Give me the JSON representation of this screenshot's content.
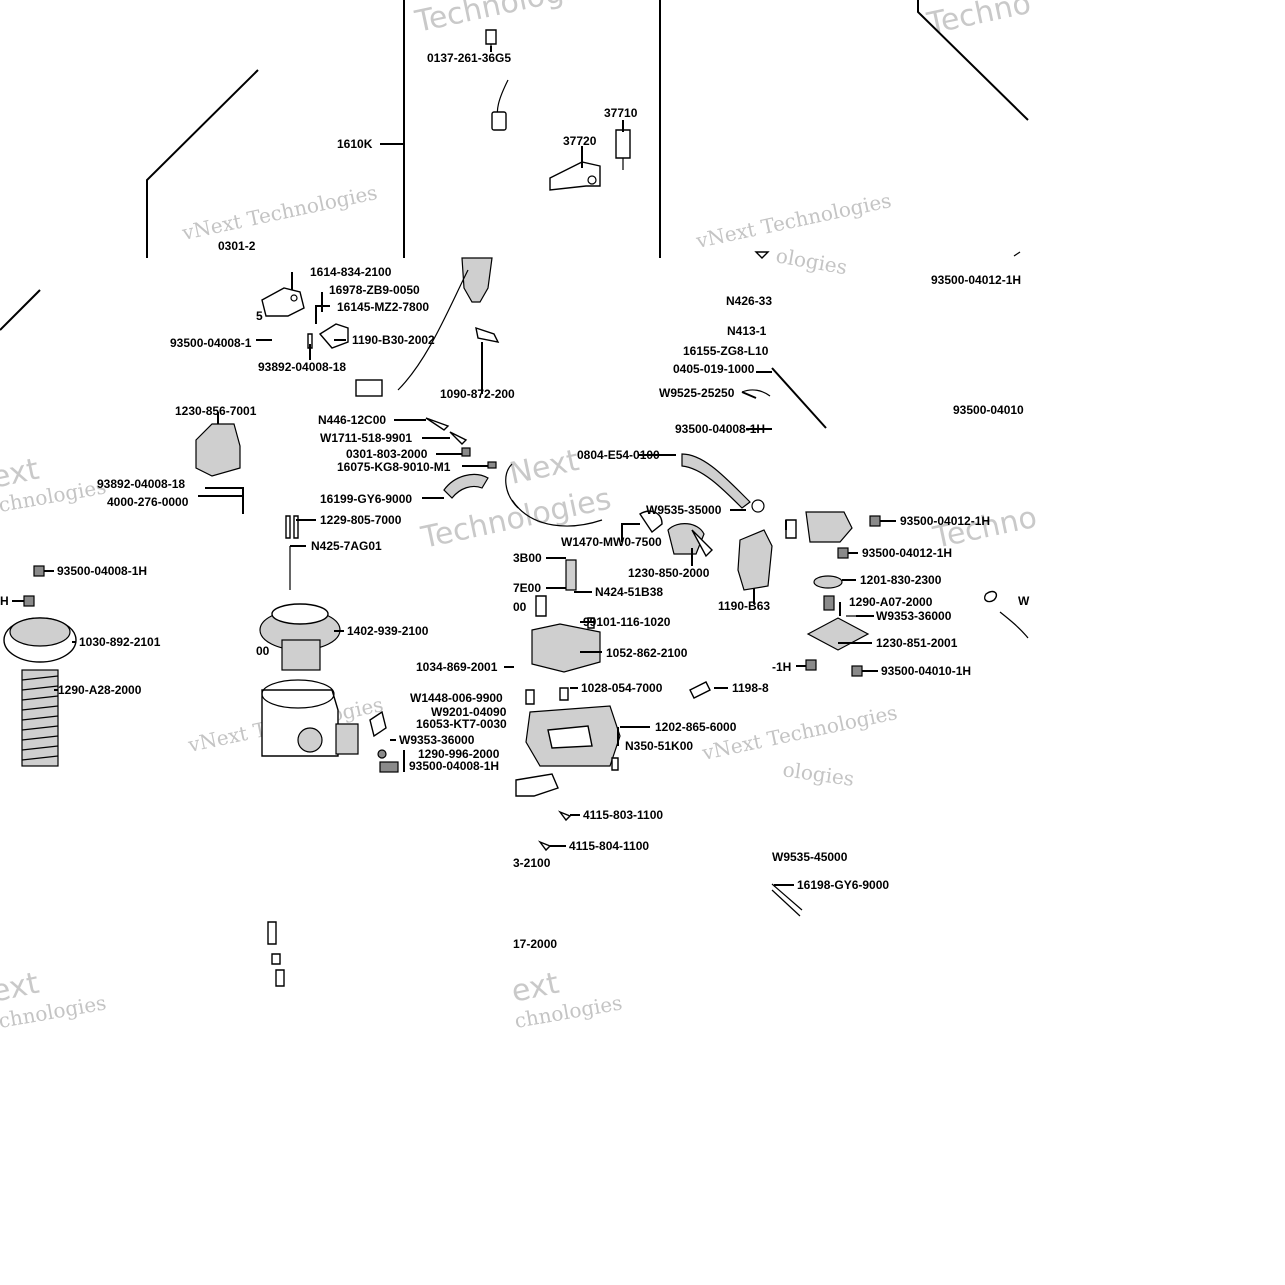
{
  "watermark": {
    "line1": "vNext Technologies",
    "line2": "Technologies",
    "fragment_next": "Next",
    "fragment_ext": "ext",
    "fragment_chnologies": "chnologies",
    "fragment_techno": "Techno",
    "fragment_ologies": "ologies",
    "fragment_vnext": "vNext"
  },
  "parts": [
    {
      "id": "0137-261-36G5",
      "text": "0137-261-36G5"
    },
    {
      "id": "37710",
      "text": "37710"
    },
    {
      "id": "37720",
      "text": "37720"
    },
    {
      "id": "1610K",
      "text": "1610K"
    },
    {
      "id": "0301-2",
      "text": "0301-2"
    },
    {
      "id": "1614-834-2100",
      "text": "1614-834-2100"
    },
    {
      "id": "16978-ZB9-0050",
      "text": "16978-ZB9-0050"
    },
    {
      "id": "16145-MZ2-7800",
      "text": "16145-MZ2-7800"
    },
    {
      "id": "93500-04008-1a",
      "text": "93500-04008-1"
    },
    {
      "id": "1190-B30-2002",
      "text": "1190-B30-2002"
    },
    {
      "id": "93892-04008-18a",
      "text": "93892-04008-18"
    },
    {
      "id": "1090-872-200",
      "text": "1090-872-200"
    },
    {
      "id": "1230-856-7001",
      "text": "1230-856-7001"
    },
    {
      "id": "N446-12C00",
      "text": "N446-12C00"
    },
    {
      "id": "W1711-518-9901",
      "text": "W1711-518-9901"
    },
    {
      "id": "0301-803-2000",
      "text": "0301-803-2000"
    },
    {
      "id": "16075-KG8-9010-M1",
      "text": "16075-KG8-9010-M1"
    },
    {
      "id": "93892-04008-18b",
      "text": "93892-04008-18"
    },
    {
      "id": "4000-276-0000",
      "text": "4000-276-0000"
    },
    {
      "id": "16199-GY6-9000",
      "text": "16199-GY6-9000"
    },
    {
      "id": "1229-805-7000",
      "text": "1229-805-7000"
    },
    {
      "id": "N425-7AG01",
      "text": "N425-7AG01"
    },
    {
      "id": "93500-04008-1H-a",
      "text": "93500-04008-1H"
    },
    {
      "id": "1030-892-2101",
      "text": "1030-892-2101"
    },
    {
      "id": "1290-A28-2000",
      "text": "1290-A28-2000"
    },
    {
      "id": "1402-939-2100",
      "text": "1402-939-2100"
    },
    {
      "id": "1034-869-2001",
      "text": "1034-869-2001"
    },
    {
      "id": "W1448-006-9900",
      "text": "W1448-006-9900"
    },
    {
      "id": "W9201-04090",
      "text": "W9201-04090"
    },
    {
      "id": "16053-KT7-0030",
      "text": "16053-KT7-0030"
    },
    {
      "id": "W9353-36000-a",
      "text": "W9353-36000"
    },
    {
      "id": "1290-996-2000",
      "text": "1290-996-2000"
    },
    {
      "id": "93500-04008-1H-b",
      "text": "93500-04008-1H"
    },
    {
      "id": "N426-33",
      "text": "N426-33"
    },
    {
      "id": "N413-1",
      "text": "N413-1"
    },
    {
      "id": "16155-ZG8-L10",
      "text": "16155-ZG8-L10"
    },
    {
      "id": "0405-019-1000",
      "text": "0405-019-1000"
    },
    {
      "id": "W9525-25250",
      "text": "W9525-25250"
    },
    {
      "id": "93500-04008-1H-c",
      "text": "93500-04008-1H"
    },
    {
      "id": "0804-E54-0100",
      "text": "0804-E54-0100"
    },
    {
      "id": "W9535-35000",
      "text": "W9535-35000"
    },
    {
      "id": "W1470-MW0-7500",
      "text": "W1470-MW0-7500"
    },
    {
      "id": "1230-850-2000",
      "text": "1230-850-2000"
    },
    {
      "id": "1190-B63",
      "text": "1190-B63"
    },
    {
      "id": "3B00",
      "text": "3B00"
    },
    {
      "id": "7E00",
      "text": "7E00"
    },
    {
      "id": "N424-51B38",
      "text": "N424-51B38"
    },
    {
      "id": "99101-116-1020",
      "text": "99101-116-1020"
    },
    {
      "id": "1052-862-2100",
      "text": "1052-862-2100"
    },
    {
      "id": "1028-054-7000",
      "text": "1028-054-7000"
    },
    {
      "id": "1198-8",
      "text": "1198-8"
    },
    {
      "id": "1202-865-6000",
      "text": "1202-865-6000"
    },
    {
      "id": "N350-51K00",
      "text": "N350-51K00"
    },
    {
      "id": "4115-803-1100",
      "text": "4115-803-1100"
    },
    {
      "id": "4115-804-1100",
      "text": "4115-804-1100"
    },
    {
      "id": "3-2100",
      "text": "3-2100"
    },
    {
      "id": "17-2000",
      "text": "17-2000"
    },
    {
      "id": "93500-04012-1H-a",
      "text": "93500-04012-1H"
    },
    {
      "id": "93500-04010",
      "text": "93500-04010"
    },
    {
      "id": "93500-04012-1H-b",
      "text": "93500-04012-1H"
    },
    {
      "id": "93500-04012-1H-c",
      "text": "93500-04012-1H"
    },
    {
      "id": "1201-830-2300",
      "text": "1201-830-2300"
    },
    {
      "id": "1290-A07-2000",
      "text": "1290-A07-2000"
    },
    {
      "id": "W9353-36000-b",
      "text": "W9353-36000"
    },
    {
      "id": "1230-851-2001",
      "text": "1230-851-2001"
    },
    {
      "id": "1H-frag",
      "text": "-1H"
    },
    {
      "id": "93500-04010-1H",
      "text": "93500-04010-1H"
    },
    {
      "id": "W9535-45000",
      "text": "W9535-45000"
    },
    {
      "id": "16198-GY6-9000",
      "text": "16198-GY6-9000"
    },
    {
      "id": "W-frag",
      "text": "W"
    },
    {
      "id": "H-frag",
      "text": "H"
    },
    {
      "id": "00-frag-a",
      "text": "00"
    },
    {
      "id": "00-frag-b",
      "text": "00"
    },
    {
      "id": "5-frag",
      "text": "5"
    }
  ]
}
